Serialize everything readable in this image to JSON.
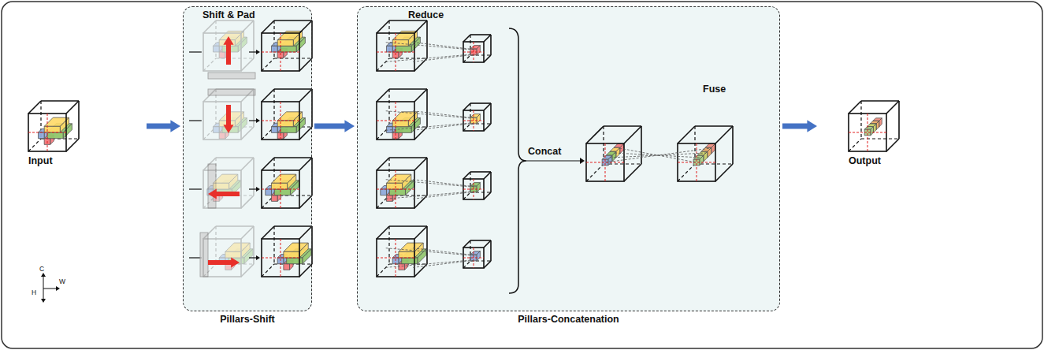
{
  "diagram": {
    "nodes": [
      {
        "text": [
          "Input"
        ]
      },
      {
        "text": [
          "Shift & Pad",
          "Pillars-Shift"
        ]
      },
      {
        "text": [
          "Reduce",
          "Pillars-Concatenation"
        ]
      },
      {
        "text": [
          "Output"
        ]
      }
    ],
    "edges": [
      {
        "from": 0,
        "to": 1,
        "arrow": "to"
      },
      {
        "from": 1,
        "to": 2,
        "arrow": "to"
      },
      {
        "from": 2,
        "to": 3,
        "arrow": "to"
      }
    ],
    "labels": [
      "C",
      "W",
      "H",
      "Concat",
      "Fuse"
    ]
  }
}
